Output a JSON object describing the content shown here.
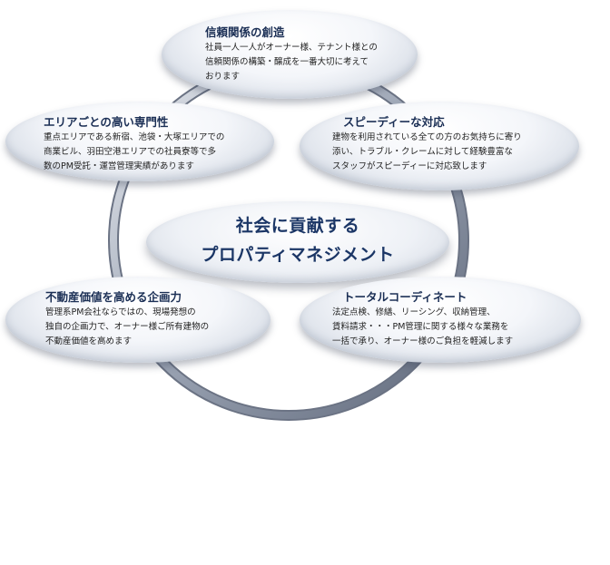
{
  "center": {
    "line1": "社会に貢献する",
    "line2": "プロパティマネジメント"
  },
  "nodes": [
    {
      "title": "信頼関係の創造",
      "lines": [
        "社員一人一人がオーナー様、テナント様との",
        "信頼関係の構築・醸成を一番大切に考えて",
        "おります"
      ]
    },
    {
      "title": "エリアごとの高い専門性",
      "lines": [
        "重点エリアである新宿、池袋・大塚エリアでの",
        "商業ビル、羽田空港エリアでの社員寮等で多",
        "数のPM受託・運営管理実績があります"
      ]
    },
    {
      "title": "スピーディーな対応",
      "lines": [
        "建物を利用されている全ての方のお気持ちに寄り",
        "添い、トラブル・クレームに対して経験豊富な",
        "スタッフがスピーディーに対応致します"
      ]
    },
    {
      "title": "不動産価値を高める企画力",
      "lines": [
        "管理系PM会社ならではの、現場発想の",
        "独自の企画力で、オーナー様ご所有建物の",
        "不動産価値を高めます"
      ]
    },
    {
      "title": "トータルコーディネート",
      "lines": [
        "法定点検、修繕、リーシング、収納管理、",
        "賃料請求・・・PM管理に関する様々な業務を",
        "一括で承り、オーナー様のご負担を軽減します"
      ]
    }
  ]
}
